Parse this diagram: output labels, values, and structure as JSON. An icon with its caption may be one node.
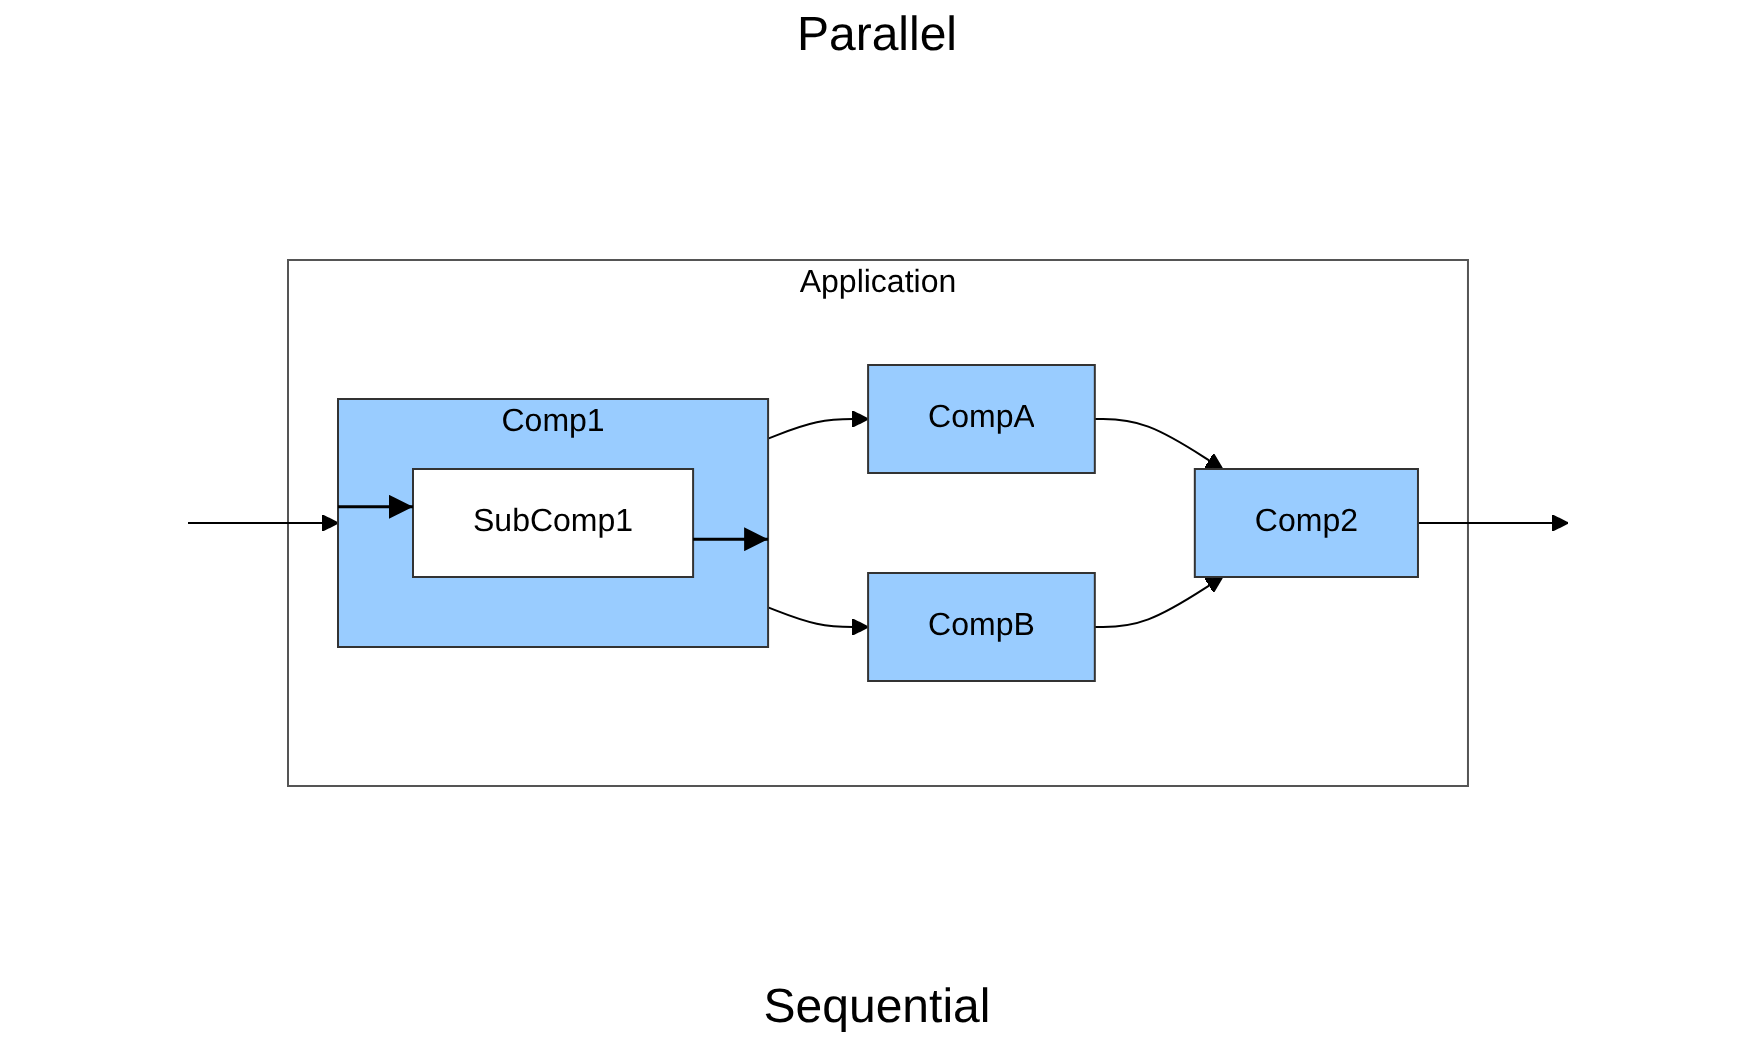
{
  "diagram": {
    "nodes": [
      {
        "text": [
          "Application"
        ]
      },
      {
        "text": [
          "Comp1"
        ],
        "in": 0
      },
      {
        "text": [
          "SubComp1"
        ],
        "in": 1
      },
      {
        "text": [
          "CompA"
        ],
        "in": 0
      },
      {
        "text": [
          "CompB"
        ],
        "in": 0
      },
      {
        "text": [
          "Comp2"
        ],
        "in": 0
      }
    ],
    "edges": [
      {
        "from": null,
        "to": 1,
        "arrow": "to"
      },
      {
        "from": 1,
        "to": 2,
        "arrow": "to"
      },
      {
        "from": 2,
        "to": 1,
        "arrow": "to"
      },
      {
        "from": 1,
        "to": 3,
        "arrow": "to"
      },
      {
        "from": 1,
        "to": 4,
        "arrow": "to"
      },
      {
        "from": 3,
        "to": 5,
        "arrow": "to"
      },
      {
        "from": 4,
        "to": 5,
        "arrow": "to"
      },
      {
        "from": 5,
        "to": null,
        "arrow": "to"
      }
    ],
    "labels": [
      "Parallel",
      "Sequential"
    ]
  }
}
